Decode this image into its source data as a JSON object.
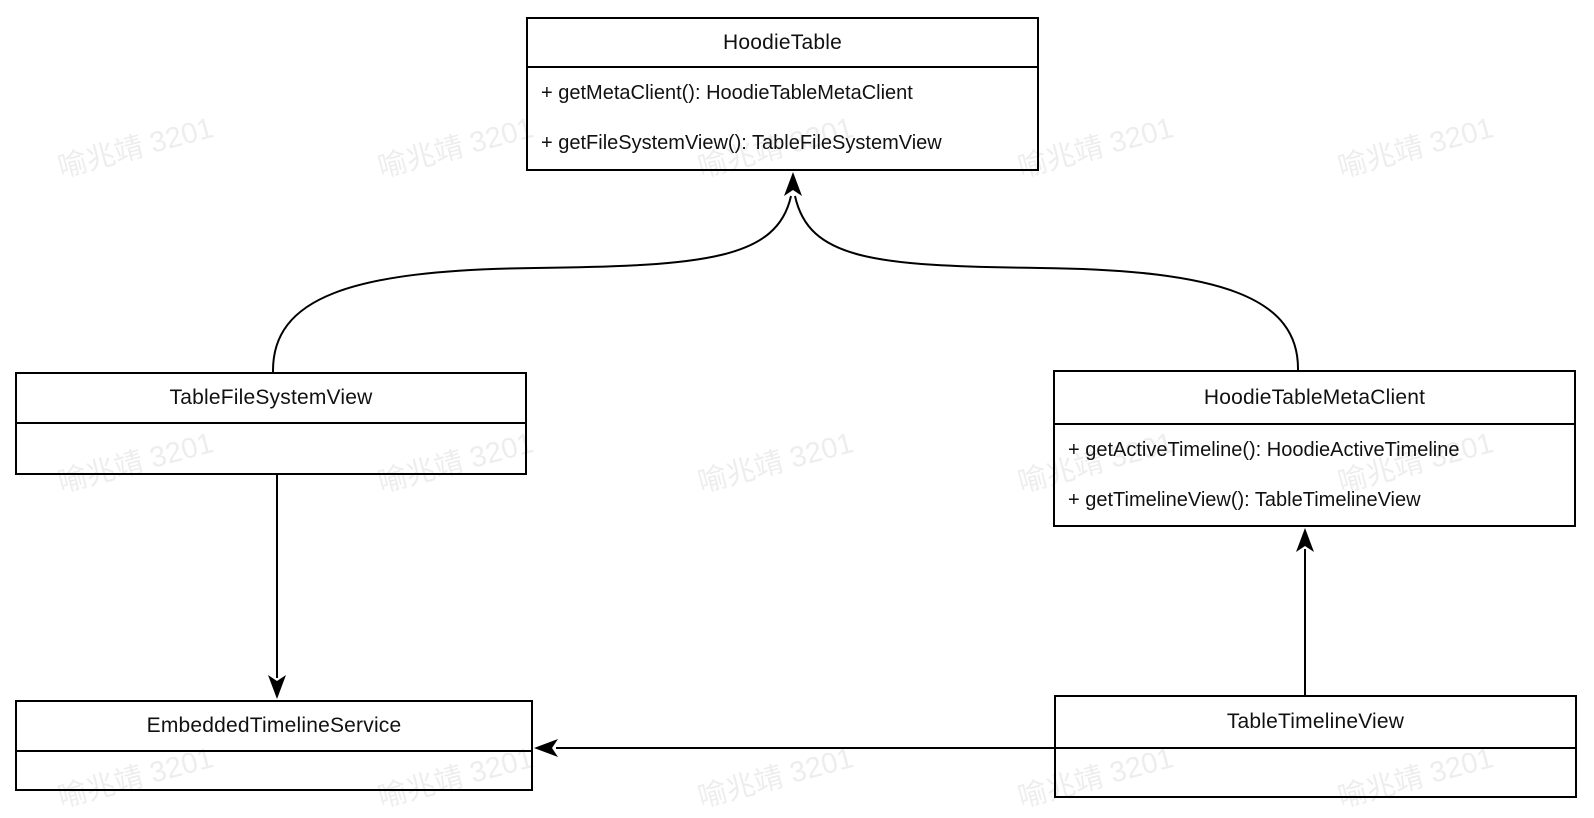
{
  "diagram_type": "uml-class-diagram",
  "watermark": {
    "text": "喻兆靖 3201"
  },
  "colors": {
    "background": "#ffffff",
    "line": "#000000",
    "text": "#111111",
    "watermark": "rgba(0,0,0,0.07)"
  },
  "classes": [
    {
      "name": "HoodieTable",
      "methods": [
        "+ getMetaClient(): HoodieTableMetaClient",
        "+ getFileSystemView(): TableFileSystemView"
      ]
    },
    {
      "name": "TableFileSystemView",
      "methods": []
    },
    {
      "name": "HoodieTableMetaClient",
      "methods": [
        "+ getActiveTimeline(): HoodieActiveTimeline",
        "+ getTimelineView(): TableTimelineView"
      ]
    },
    {
      "name": "EmbeddedTimelineService",
      "methods": []
    },
    {
      "name": "TableTimelineView",
      "methods": []
    }
  ],
  "edges": [
    {
      "from": "TableFileSystemView",
      "to": "HoodieTable",
      "style": "curved, solid arrowhead"
    },
    {
      "from": "HoodieTableMetaClient",
      "to": "HoodieTable",
      "style": "curved, solid arrowhead"
    },
    {
      "from": "TableFileSystemView",
      "to": "EmbeddedTimelineService",
      "style": "straight vertical, solid arrowhead"
    },
    {
      "from": "TableTimelineView",
      "to": "HoodieTableMetaClient",
      "style": "straight vertical, solid arrowhead"
    },
    {
      "from": "TableTimelineView",
      "to": "EmbeddedTimelineService",
      "style": "straight horizontal, solid arrowhead"
    }
  ]
}
